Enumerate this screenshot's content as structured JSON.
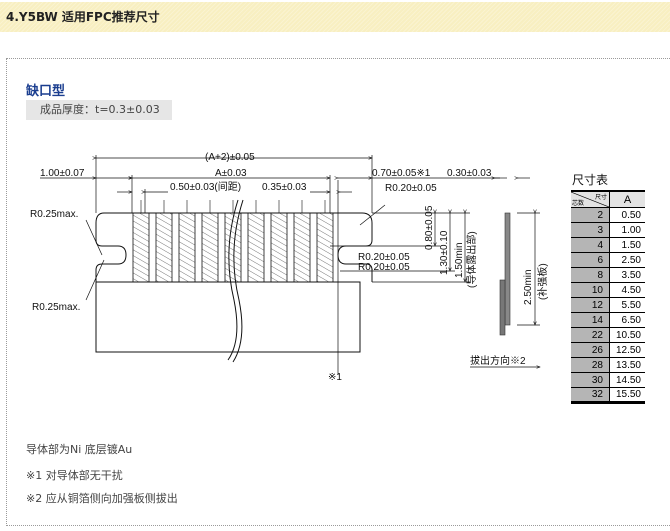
{
  "header": {
    "title": "4.Y5BW 适用FPC推荐尺寸"
  },
  "section": {
    "title": "缺口型",
    "thickness": "成品厚度：t=0.3±0.03"
  },
  "drawing": {
    "dims": {
      "overall": "(A+2)±0.05",
      "edge": "1.00±0.07",
      "a": "A±0.03",
      "pitch": "0.50±0.03(间距)",
      "width": "0.35±0.03",
      "notch_offset": "0.70±0.05※1",
      "gap": "0.30±0.03",
      "r_top_right": "R0.20±0.05",
      "r_top_left": "R0.25max.",
      "r_bottom_left": "R0.25max.",
      "r_notch_1": "R0.20±0.05",
      "r_notch_2": "R0.20±0.05",
      "notch_depth": "0.80±0.05",
      "conductor_len": "1.30±0.10",
      "exposed": "1.50min",
      "exposed_label": "(导体露出部)",
      "stiffener": "2.50min",
      "stiffener_label": "(补强板)",
      "note_mark": "※1",
      "pull_direction": "拔出方向※2"
    }
  },
  "size_table": {
    "title": "尺寸表",
    "header_corner_top": "尺寸",
    "header_corner_bottom": "芯数",
    "header_a": "A",
    "rows": [
      {
        "n": "2",
        "a": "0.50"
      },
      {
        "n": "3",
        "a": "1.00"
      },
      {
        "n": "4",
        "a": "1.50"
      },
      {
        "n": "6",
        "a": "2.50"
      },
      {
        "n": "8",
        "a": "3.50"
      },
      {
        "n": "10",
        "a": "4.50"
      },
      {
        "n": "12",
        "a": "5.50"
      },
      {
        "n": "14",
        "a": "6.50"
      },
      {
        "n": "22",
        "a": "10.50"
      },
      {
        "n": "26",
        "a": "12.50"
      },
      {
        "n": "28",
        "a": "13.50"
      },
      {
        "n": "30",
        "a": "14.50"
      },
      {
        "n": "32",
        "a": "15.50"
      }
    ]
  },
  "notes": [
    "导体部为Ni 底层镀Au",
    "※1 对导体部无干扰",
    "※2 应从铜箔侧向加强板侧拔出"
  ]
}
